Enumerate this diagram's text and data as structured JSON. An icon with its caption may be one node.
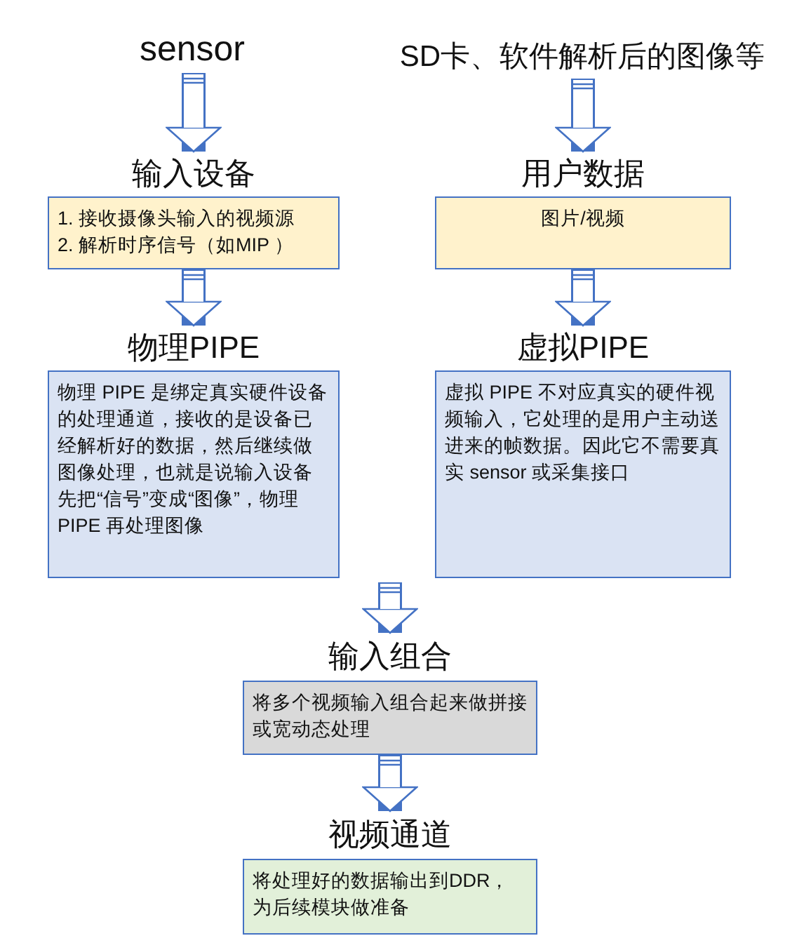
{
  "diagram": {
    "nodes": [
      {
        "text": [
          "sensor"
        ]
      },
      {
        "text": [
          "SD卡、软件解析后的图像等"
        ]
      },
      {
        "text": [
          "输入设备",
          "1. 接收摄像头输入的视频源",
          "2. 解析时序信号（如MIP ）"
        ]
      },
      {
        "text": [
          "物理PIPE",
          "物理 PIPE 是绑定真实硬件设备的处理通道，接收的是设备已经解析好的数据，然后继续做图像处理，也就是说输入设备先把“信号”变成“图像”，物理PIPE 再处理图像"
        ]
      },
      {
        "text": [
          "用户数据",
          "图片/视频"
        ]
      },
      {
        "text": [
          "虚拟PIPE",
          "虚拟 PIPE 不对应真实的硬件视频输入，它处理的是用户主动送进来的帧数据。因此它不需要真实 sensor 或采集接口"
        ]
      },
      {
        "text": [
          "输入组合",
          "将多个视频输入组合起来做拼接或宽动态处理"
        ]
      },
      {
        "text": [
          "视频通道",
          "将处理好的数据输出到DDR，为后续模块做准备"
        ]
      }
    ],
    "edges": [
      {
        "from": 0,
        "to": 2,
        "arrow": "to"
      },
      {
        "from": 2,
        "to": 3,
        "arrow": "to"
      },
      {
        "from": 1,
        "to": 4,
        "arrow": "to"
      },
      {
        "from": 4,
        "to": 5,
        "arrow": "to"
      },
      {
        "from": null,
        "to": 6,
        "arrow": "to"
      },
      {
        "from": 6,
        "to": 7,
        "arrow": "to"
      }
    ]
  }
}
